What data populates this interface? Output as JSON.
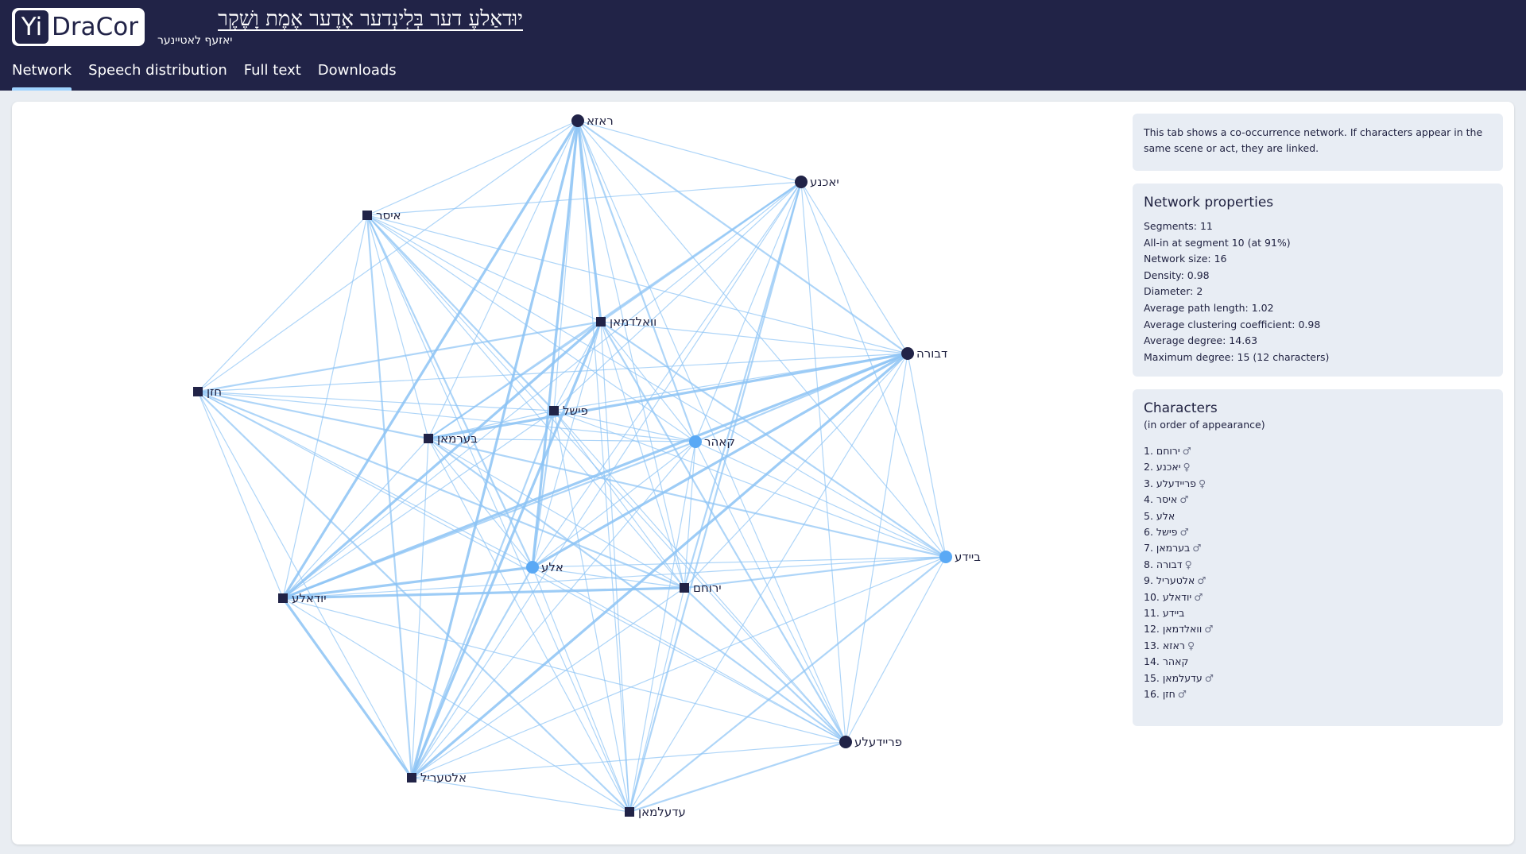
{
  "header": {
    "logo_yi": "Yi",
    "logo_dracor": "DraCor",
    "title": "יוּדאַלעֶ דער בְּלִינְדער אָדֶער אֶמֶת וָשֶׁקֶר",
    "author": "יאזעף לאטיינער",
    "tabs": [
      {
        "label": "Network"
      },
      {
        "label": "Speech distribution"
      },
      {
        "label": "Full text"
      },
      {
        "label": "Downloads"
      }
    ]
  },
  "info": {
    "text": "This tab shows a co-occurrence network. If characters appear in the same scene or act, they are linked."
  },
  "network_properties": {
    "heading": "Network properties",
    "items": [
      {
        "text": "Segments: 11"
      },
      {
        "text": "All-in at segment 10 (at 91%)"
      },
      {
        "text": "Network size: 16"
      },
      {
        "text": "Density: 0.98"
      },
      {
        "text": "Diameter: 2"
      },
      {
        "text": "Average path length: 1.02"
      },
      {
        "text": "Average clustering coefficient: 0.98"
      },
      {
        "text": "Average degree: 14.63"
      },
      {
        "text": "Maximum degree: 15 (12 characters)"
      }
    ]
  },
  "characters": {
    "heading": "Characters",
    "subheading": "(in order of appearance)",
    "items": [
      {
        "num": "1.",
        "name": "ירוחם",
        "gender": "♂"
      },
      {
        "num": "2.",
        "name": "יאכנע",
        "gender": "♀"
      },
      {
        "num": "3.",
        "name": "פריידעלע",
        "gender": "♀"
      },
      {
        "num": "4.",
        "name": "איסר",
        "gender": "♂"
      },
      {
        "num": "5.",
        "name": "אלע",
        "gender": ""
      },
      {
        "num": "6.",
        "name": "פישל",
        "gender": "♂"
      },
      {
        "num": "7.",
        "name": "בערמאן",
        "gender": "♂"
      },
      {
        "num": "8.",
        "name": "דבורה",
        "gender": "♀"
      },
      {
        "num": "9.",
        "name": "אלטעריל",
        "gender": "♂"
      },
      {
        "num": "10.",
        "name": "יודאלע",
        "gender": "♂"
      },
      {
        "num": "11.",
        "name": "ביידע",
        "gender": ""
      },
      {
        "num": "12.",
        "name": "וואלדמאן",
        "gender": "♂"
      },
      {
        "num": "13.",
        "name": "ראזא",
        "gender": "♀"
      },
      {
        "num": "14.",
        "name": "קאהר",
        "gender": ""
      },
      {
        "num": "15.",
        "name": "עדעלמאן",
        "gender": "♂"
      },
      {
        "num": "16.",
        "name": "חזן",
        "gender": "♂"
      }
    ]
  },
  "network": {
    "colors": {
      "male": "#212347",
      "female": "#212347",
      "unknown": "#5aa9f5",
      "edge": "#8cc3f5"
    },
    "nodes": [
      {
        "name": "ראזא",
        "shape": "circle",
        "color": "female"
      },
      {
        "name": "יאכנע",
        "shape": "circle",
        "color": "female"
      },
      {
        "name": "איסר",
        "shape": "square",
        "color": "male"
      },
      {
        "name": "וואלדמאן",
        "shape": "square",
        "color": "male"
      },
      {
        "name": "דבורה",
        "shape": "circle",
        "color": "female"
      },
      {
        "name": "חזן",
        "shape": "square",
        "color": "male"
      },
      {
        "name": "פישל",
        "shape": "square",
        "color": "male"
      },
      {
        "name": "בערמאן",
        "shape": "square",
        "color": "male"
      },
      {
        "name": "קאהר",
        "shape": "circle",
        "color": "unknown"
      },
      {
        "name": "ביידע",
        "shape": "circle",
        "color": "unknown"
      },
      {
        "name": "אלע",
        "shape": "circle",
        "color": "unknown"
      },
      {
        "name": "ירוחם",
        "shape": "square",
        "color": "male"
      },
      {
        "name": "יודאלע",
        "shape": "square",
        "color": "male"
      },
      {
        "name": "פריידעלע",
        "shape": "circle",
        "color": "female"
      },
      {
        "name": "אלטעריל",
        "shape": "square",
        "color": "male"
      },
      {
        "name": "עדעלמאן",
        "shape": "square",
        "color": "male"
      }
    ]
  }
}
